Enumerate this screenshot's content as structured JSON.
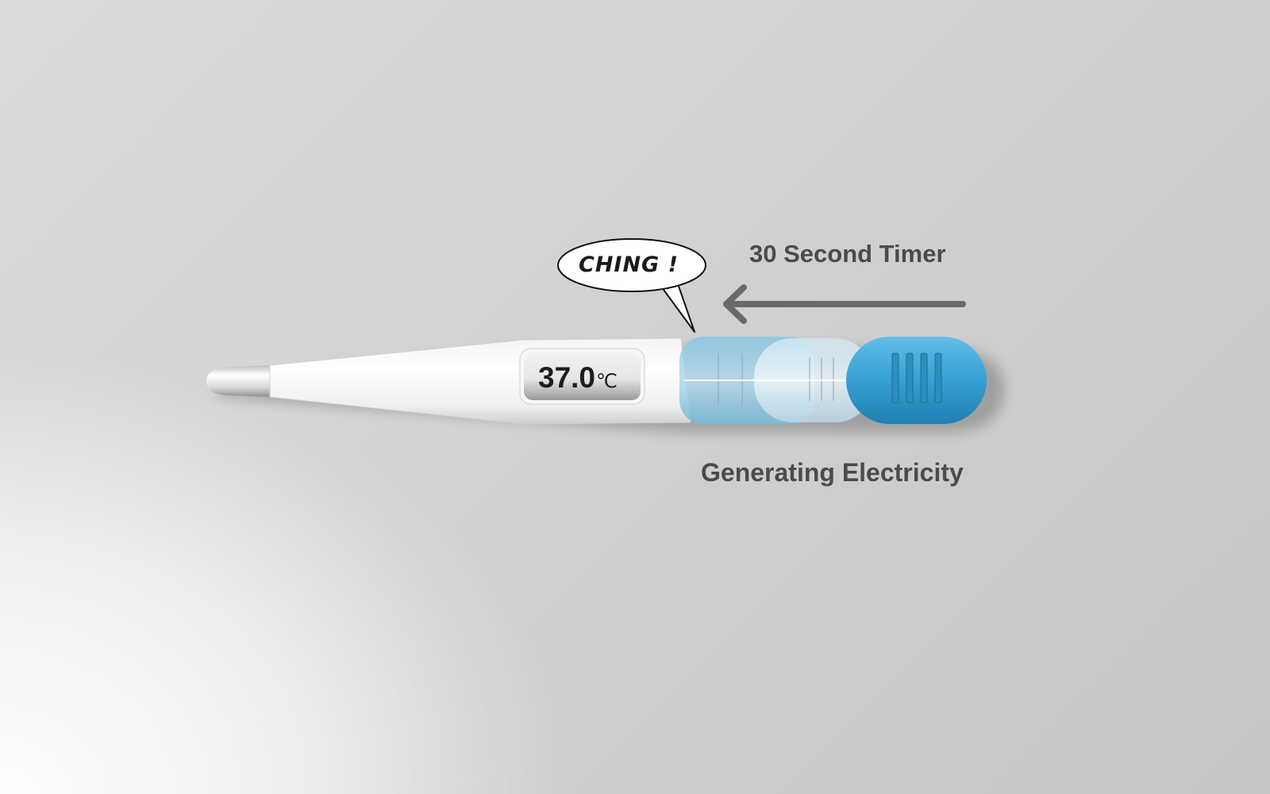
{
  "annotations": {
    "timer_label": "30 Second Timer",
    "generating_label": "Generating Electricity"
  },
  "speech_bubble": {
    "text": "CHING !"
  },
  "thermometer": {
    "reading_value": "37.0",
    "reading_unit": "℃",
    "accent_color": "#3aa3d6"
  },
  "icons": [
    "arrow-left-icon",
    "thermometer-illustration",
    "speech-bubble"
  ]
}
